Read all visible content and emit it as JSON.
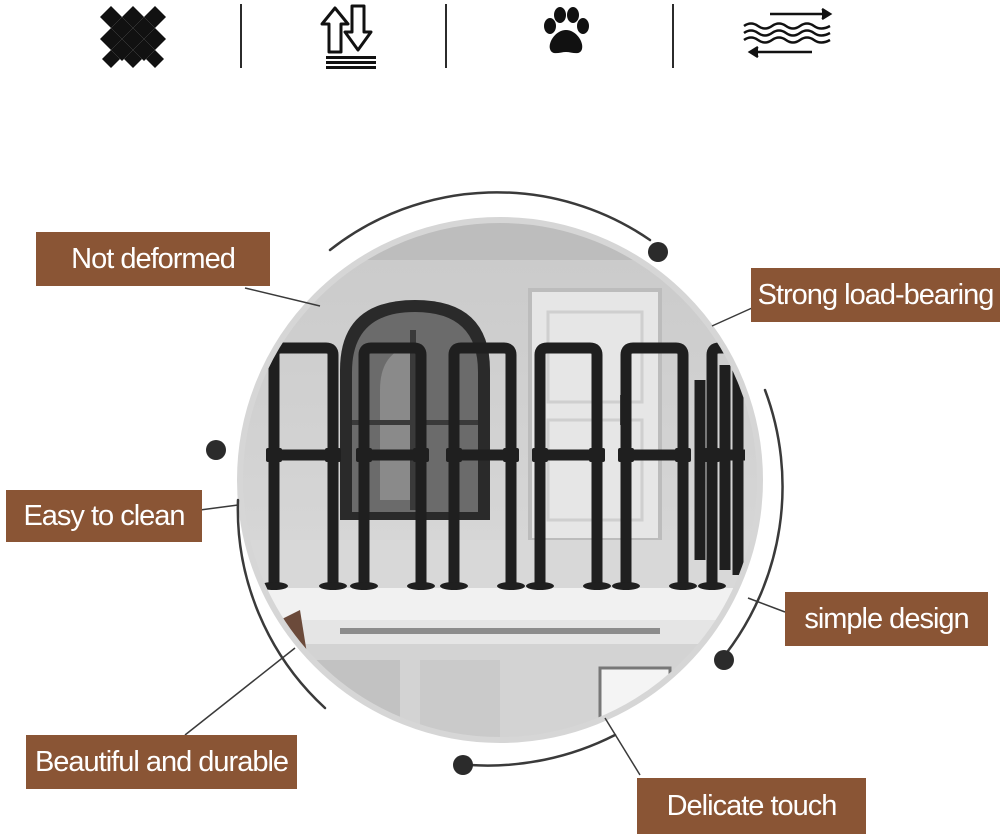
{
  "icons": [
    {
      "name": "diamond-grid-icon"
    },
    {
      "name": "pipe-support-icon"
    },
    {
      "name": "paw-print-icon"
    },
    {
      "name": "wave-arrows-icon"
    }
  ],
  "labels": {
    "not_deformed": "Not deformed",
    "easy_to_clean": "Easy to clean",
    "beautiful_durable": "Beautiful and durable",
    "strong_load": "Strong load-bearing",
    "simple_design": "simple design",
    "delicate_touch": "Delicate touch"
  },
  "colors": {
    "label_bg": "#8a5535",
    "label_text": "#ffffff",
    "pipe": "#1f1f1f",
    "line": "#3a3a3a"
  }
}
